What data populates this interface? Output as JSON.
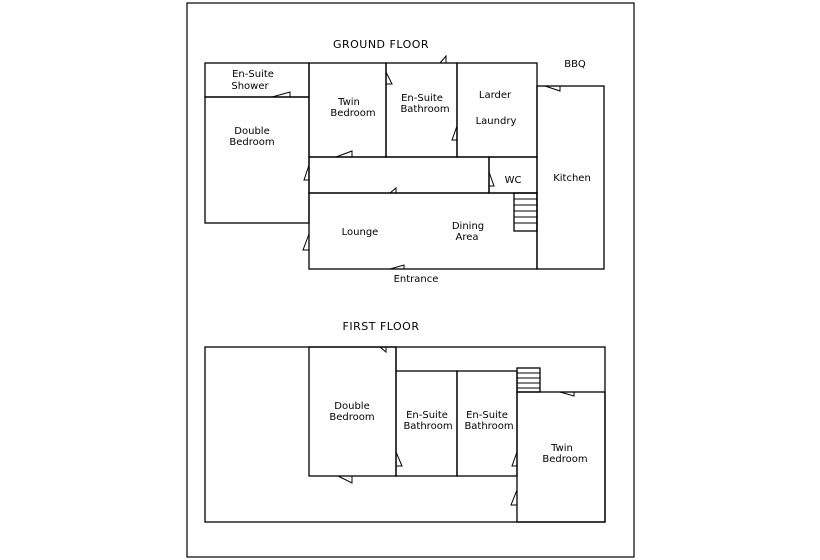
{
  "ground_floor": {
    "title": "GROUND FLOOR",
    "bbq": "BBQ",
    "rooms": {
      "ensuite_shower": [
        "En-Suite",
        "Shower"
      ],
      "double_bedroom": [
        "Double",
        "Bedroom"
      ],
      "twin_bedroom": [
        "Twin",
        "Bedroom"
      ],
      "ensuite_bathroom": [
        "En-Suite",
        "Bathroom"
      ],
      "larder": "Larder",
      "laundry": "Laundry",
      "wc": "WC",
      "kitchen": "Kitchen",
      "lounge": "Lounge",
      "dining_area": [
        "Dining",
        "Area"
      ],
      "entrance": "Entrance"
    }
  },
  "first_floor": {
    "title": "FIRST FLOOR",
    "rooms": {
      "double_bedroom": [
        "Double",
        "Bedroom"
      ],
      "ensuite_bathroom_1": [
        "En-Suite",
        "Bathroom"
      ],
      "ensuite_bathroom_2": [
        "En-Suite",
        "Bathroom"
      ],
      "twin_bedroom": [
        "Twin",
        "Bedroom"
      ]
    }
  }
}
